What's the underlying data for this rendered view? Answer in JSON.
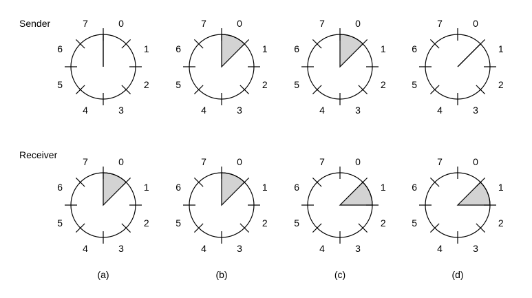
{
  "rows": [
    {
      "label": "Sender",
      "wheels": [
        {
          "caption": "(a)",
          "shaded": [],
          "pointer": 0
        },
        {
          "caption": "(b)",
          "shaded": [
            0
          ],
          "pointer": null
        },
        {
          "caption": "(c)",
          "shaded": [
            0
          ],
          "pointer": null
        },
        {
          "caption": "(d)",
          "shaded": [],
          "pointer": 1
        }
      ]
    },
    {
      "label": "Receiver",
      "wheels": [
        {
          "caption": "(a)",
          "shaded": [
            0
          ],
          "pointer": null
        },
        {
          "caption": "(b)",
          "shaded": [
            0
          ],
          "pointer": null
        },
        {
          "caption": "(c)",
          "shaded": [
            1
          ],
          "pointer": null
        },
        {
          "caption": "(d)",
          "shaded": [
            1
          ],
          "pointer": null
        }
      ]
    }
  ],
  "sequence_numbers": [
    "0",
    "1",
    "2",
    "3",
    "4",
    "5",
    "6",
    "7"
  ],
  "captions": [
    "(a)",
    "(b)",
    "(c)",
    "(d)"
  ],
  "colors": {
    "shade": "#d3d3d3",
    "stroke": "#000000"
  }
}
